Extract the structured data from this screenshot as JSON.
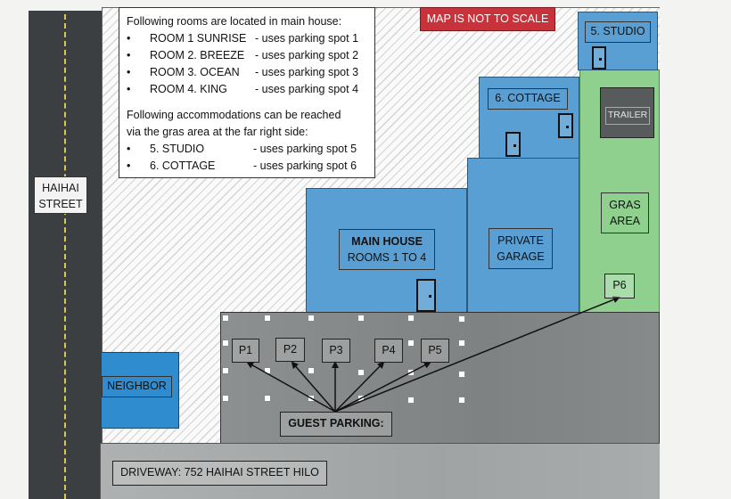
{
  "street": {
    "line1": "HAIHAI",
    "line2": "STREET"
  },
  "notice": "MAP IS NOT TO SCALE",
  "legend": {
    "intro1": "Following rooms are located in main house:",
    "rooms": [
      {
        "name": "ROOM 1 SUNRISE",
        "use": "- uses parking spot 1"
      },
      {
        "name": "ROOM 2. BREEZE",
        "use": "- uses parking spot 2"
      },
      {
        "name": "ROOM 3. OCEAN",
        "use": "- uses parking spot 3"
      },
      {
        "name": "ROOM 4. KING",
        "use": "- uses parking spot 4"
      }
    ],
    "intro2a": "Following accommodations can be reached",
    "intro2b": "via the gras area at the far right side:",
    "units": [
      {
        "name": "5. STUDIO",
        "use": "- uses parking spot 5"
      },
      {
        "name": "6. COTTAGE",
        "use": "- uses parking spot 6"
      }
    ],
    "bullet": "•"
  },
  "buildings": {
    "studio": "5. STUDIO",
    "cottage": "6. COTTAGE",
    "trailer": "TRAILER",
    "gras_line1": "GRAS",
    "gras_line2": "AREA",
    "main_line1": "MAIN HOUSE",
    "main_line2": "ROOMS 1 TO 4",
    "garage_line1": "PRIVATE",
    "garage_line2": "GARAGE",
    "neighbor": "NEIGHBOR"
  },
  "parking": {
    "spots": [
      "P1",
      "P2",
      "P3",
      "P4",
      "P5",
      "P6"
    ],
    "guest": "GUEST PARKING:"
  },
  "driveway": "DRIVEWAY: 752 HAIHAI STREET HILO",
  "colors": {
    "street": "#3c3f42",
    "building_blue": "#5a9fd3",
    "neighbor_blue": "#2f8ccf",
    "gras_green": "#8fd08f",
    "parking_gray": "#8c9090",
    "notice_red": "#c8323a"
  }
}
